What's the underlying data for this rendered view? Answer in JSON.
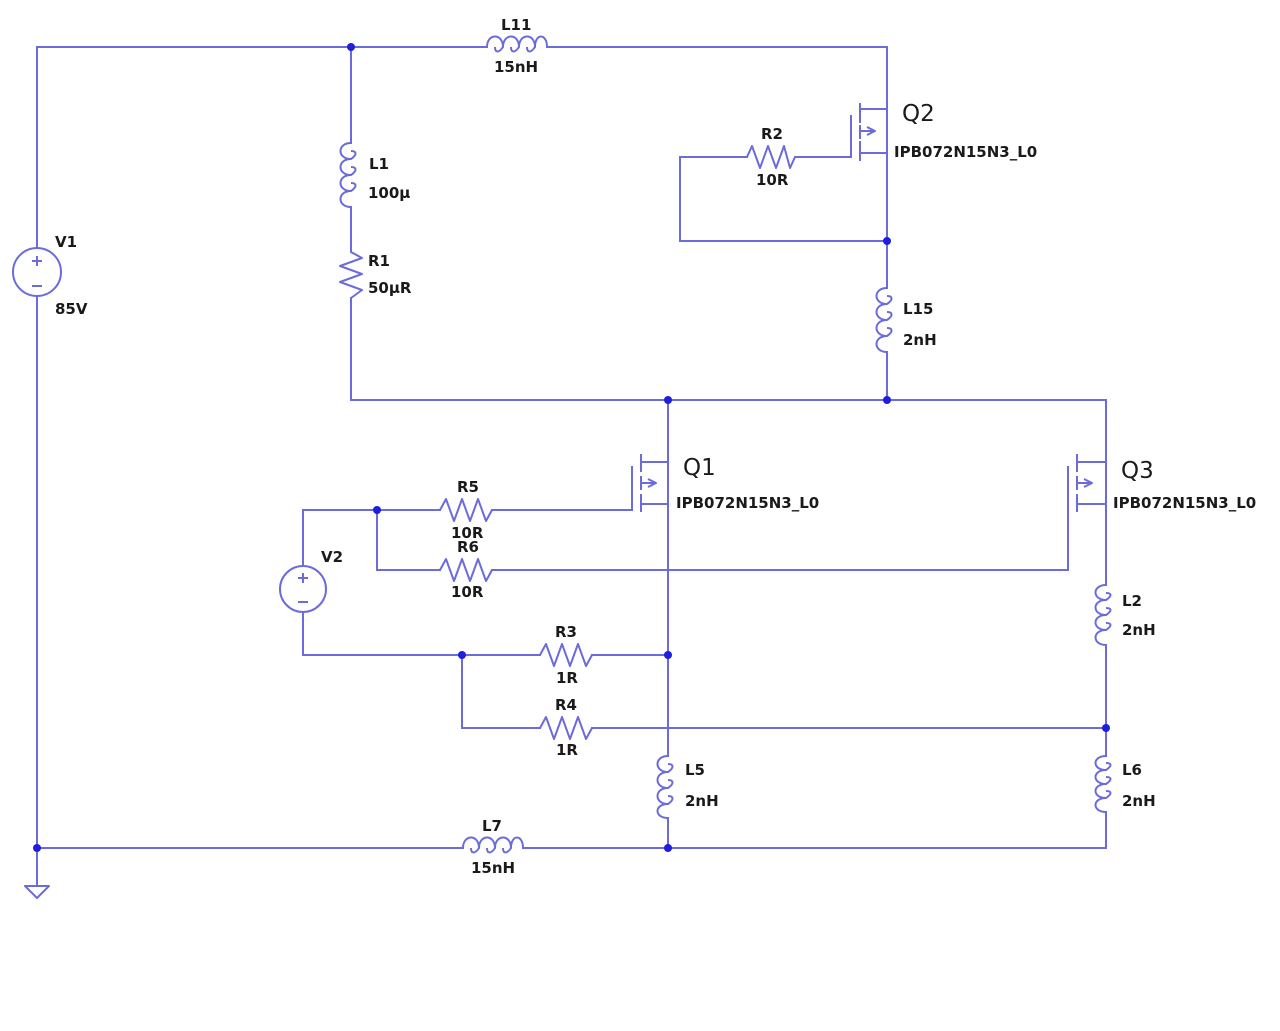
{
  "components": {
    "V1": {
      "name": "V1",
      "value": "85V"
    },
    "V2": {
      "name": "V2",
      "value": ""
    },
    "L11": {
      "name": "L11",
      "value": "15nH"
    },
    "L1": {
      "name": "L1",
      "value": "100µ"
    },
    "R1": {
      "name": "R1",
      "value": "50µR"
    },
    "R2": {
      "name": "R2",
      "value": "10R"
    },
    "L15": {
      "name": "L15",
      "value": "2nH"
    },
    "Q1": {
      "name": "Q1",
      "model": "IPB072N15N3_L0"
    },
    "Q2": {
      "name": "Q2",
      "model": "IPB072N15N3_L0"
    },
    "Q3": {
      "name": "Q3",
      "model": "IPB072N15N3_L0"
    },
    "R5": {
      "name": "R5",
      "value": "10R"
    },
    "R6": {
      "name": "R6",
      "value": "10R"
    },
    "R3": {
      "name": "R3",
      "value": "1R"
    },
    "R4": {
      "name": "R4",
      "value": "1R"
    },
    "L2": {
      "name": "L2",
      "value": "2nH"
    },
    "L5": {
      "name": "L5",
      "value": "2nH"
    },
    "L6": {
      "name": "L6",
      "value": "2nH"
    },
    "L7": {
      "name": "L7",
      "value": "15nH"
    }
  },
  "colors": {
    "wire": "#6b6bdc",
    "junction": "#1e1ee0",
    "text": "#1a1a1a"
  }
}
